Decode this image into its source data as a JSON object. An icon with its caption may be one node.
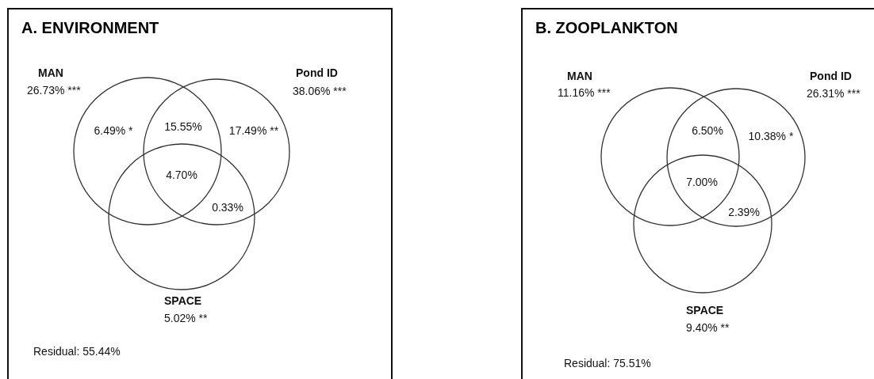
{
  "diagram": {
    "nodes": [
      {
        "text": [
          "A. ENVIRONMENT"
        ]
      },
      {
        "text": [],
        "shape": "circle",
        "in": 0,
        "beside": [
          "MAN",
          "26.73% ***"
        ]
      },
      {
        "text": [],
        "shape": "circle",
        "in": 0,
        "beside": [
          "Pond ID",
          "38.06% ***"
        ]
      },
      {
        "text": [],
        "shape": "circle",
        "in": 0,
        "beside": [
          "SPACE",
          "5.02% **"
        ]
      },
      {
        "text": [
          "B. ZOOPLANKTON"
        ]
      },
      {
        "text": [],
        "shape": "circle",
        "in": 4,
        "beside": [
          "MAN",
          "11.16% ***"
        ]
      },
      {
        "text": [],
        "shape": "circle",
        "in": 4,
        "beside": [
          "Pond ID",
          "26.31% ***"
        ]
      },
      {
        "text": [],
        "shape": "circle",
        "in": 4,
        "beside": [
          "SPACE",
          "9.40% **"
        ]
      }
    ],
    "labels": [
      "6.49% *",
      "15.55%",
      "17.49% **",
      "4.70%",
      "0.33%",
      "Residual: 55.44%",
      "6.50%",
      "10.38% *",
      "7.00%",
      "2.39%",
      "Residual: 75.51%"
    ]
  }
}
